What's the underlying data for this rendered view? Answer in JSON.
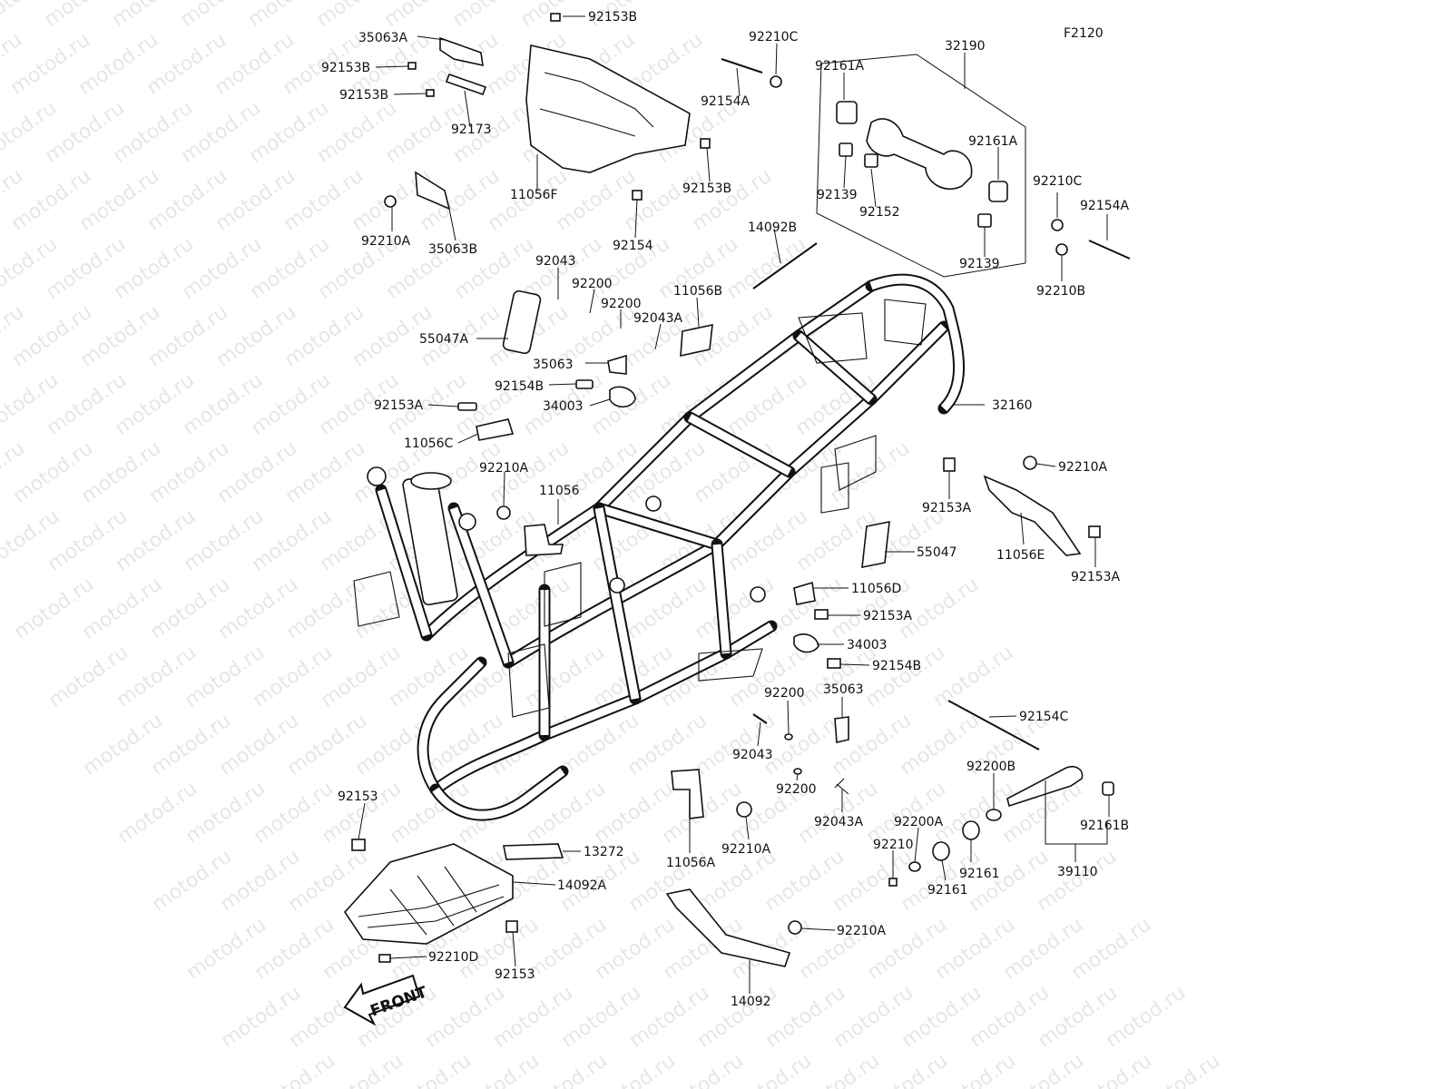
{
  "diagram_code": "F2120",
  "watermark_text": "motod.ru",
  "front_label": "FRONT",
  "labels": [
    {
      "id": "l01",
      "text": "35063A"
    },
    {
      "id": "l02",
      "text": "92153B"
    },
    {
      "id": "l03",
      "text": "92153B"
    },
    {
      "id": "l04",
      "text": "92153B"
    },
    {
      "id": "l05",
      "text": "92173"
    },
    {
      "id": "l06",
      "text": "11056F"
    },
    {
      "id": "l07",
      "text": "92210C"
    },
    {
      "id": "l08",
      "text": "92154A"
    },
    {
      "id": "l09",
      "text": "92153B"
    },
    {
      "id": "l10",
      "text": "92154"
    },
    {
      "id": "l11",
      "text": "32190"
    },
    {
      "id": "l12",
      "text": "92161A"
    },
    {
      "id": "l13",
      "text": "92161A"
    },
    {
      "id": "l14",
      "text": "92139"
    },
    {
      "id": "l15",
      "text": "92152"
    },
    {
      "id": "l16",
      "text": "92139"
    },
    {
      "id": "l17",
      "text": "92210C"
    },
    {
      "id": "l18",
      "text": "92154A"
    },
    {
      "id": "l19",
      "text": "92210B"
    },
    {
      "id": "l20",
      "text": "92210A"
    },
    {
      "id": "l21",
      "text": "35063B"
    },
    {
      "id": "l22",
      "text": "14092B"
    },
    {
      "id": "l23",
      "text": "92043"
    },
    {
      "id": "l24",
      "text": "92200"
    },
    {
      "id": "l25",
      "text": "92200"
    },
    {
      "id": "l26",
      "text": "11056B"
    },
    {
      "id": "l27",
      "text": "92043A"
    },
    {
      "id": "l28",
      "text": "55047A"
    },
    {
      "id": "l29",
      "text": "35063"
    },
    {
      "id": "l30",
      "text": "92154B"
    },
    {
      "id": "l31",
      "text": "34003"
    },
    {
      "id": "l32",
      "text": "92153A"
    },
    {
      "id": "l33",
      "text": "11056C"
    },
    {
      "id": "l34",
      "text": "32160"
    },
    {
      "id": "l35",
      "text": "92210A"
    },
    {
      "id": "l36",
      "text": "92153A"
    },
    {
      "id": "l37",
      "text": "92210A"
    },
    {
      "id": "l38",
      "text": "11056"
    },
    {
      "id": "l39",
      "text": "55047"
    },
    {
      "id": "l40",
      "text": "11056E"
    },
    {
      "id": "l41",
      "text": "92153A"
    },
    {
      "id": "l42",
      "text": "11056D"
    },
    {
      "id": "l43",
      "text": "92153A"
    },
    {
      "id": "l44",
      "text": "34003"
    },
    {
      "id": "l45",
      "text": "92154B"
    },
    {
      "id": "l46",
      "text": "92200"
    },
    {
      "id": "l47",
      "text": "35063"
    },
    {
      "id": "l48",
      "text": "92154C"
    },
    {
      "id": "l49",
      "text": "92043"
    },
    {
      "id": "l50",
      "text": "92200"
    },
    {
      "id": "l51",
      "text": "92200B"
    },
    {
      "id": "l52",
      "text": "92161B"
    },
    {
      "id": "l53",
      "text": "92043A"
    },
    {
      "id": "l54",
      "text": "92200A"
    },
    {
      "id": "l55",
      "text": "92210"
    },
    {
      "id": "l56",
      "text": "92161"
    },
    {
      "id": "l57",
      "text": "92161"
    },
    {
      "id": "l58",
      "text": "39110"
    },
    {
      "id": "l59",
      "text": "92153"
    },
    {
      "id": "l60",
      "text": "13272"
    },
    {
      "id": "l61",
      "text": "14092A"
    },
    {
      "id": "l62",
      "text": "11056A"
    },
    {
      "id": "l63",
      "text": "92210A"
    },
    {
      "id": "l64",
      "text": "92210A"
    },
    {
      "id": "l65",
      "text": "92210D"
    },
    {
      "id": "l66",
      "text": "92153"
    },
    {
      "id": "l67",
      "text": "14092"
    }
  ]
}
